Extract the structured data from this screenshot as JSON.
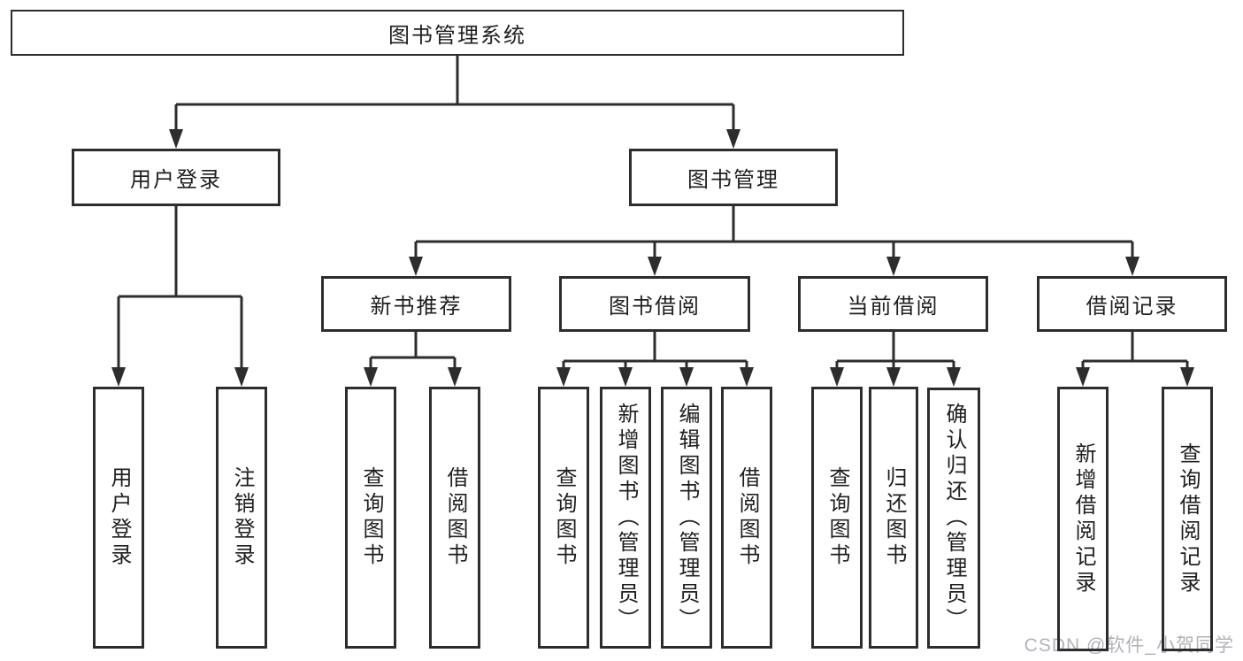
{
  "diagram": {
    "title": "图书管理系统",
    "root": "图书管理系统",
    "branches": [
      {
        "label": "用户登录",
        "children": [
          "用户登录",
          "注销登录"
        ]
      },
      {
        "label": "图书管理",
        "groups": [
          {
            "label": "新书推荐",
            "children": [
              "查询图书",
              "借阅图书"
            ]
          },
          {
            "label": "图书借阅",
            "children": [
              "查询图书",
              "新增图书（管理员）",
              "编辑图书（管理员）",
              "借阅图书"
            ]
          },
          {
            "label": "当前借阅",
            "children": [
              "查询图书",
              "归还图书",
              "确认归还（管理员）"
            ]
          },
          {
            "label": "借阅记录",
            "children": [
              "新增借阅记录",
              "查询借阅记录"
            ]
          }
        ]
      }
    ]
  },
  "watermark": {
    "text": "CSDN @软件_小贺同学",
    "color": "#b2b2ba"
  },
  "colors": {
    "line": "#2d2d2d",
    "box_border": "#2d2d2d",
    "text": "#1f1f1f",
    "background": "#ffffff"
  }
}
